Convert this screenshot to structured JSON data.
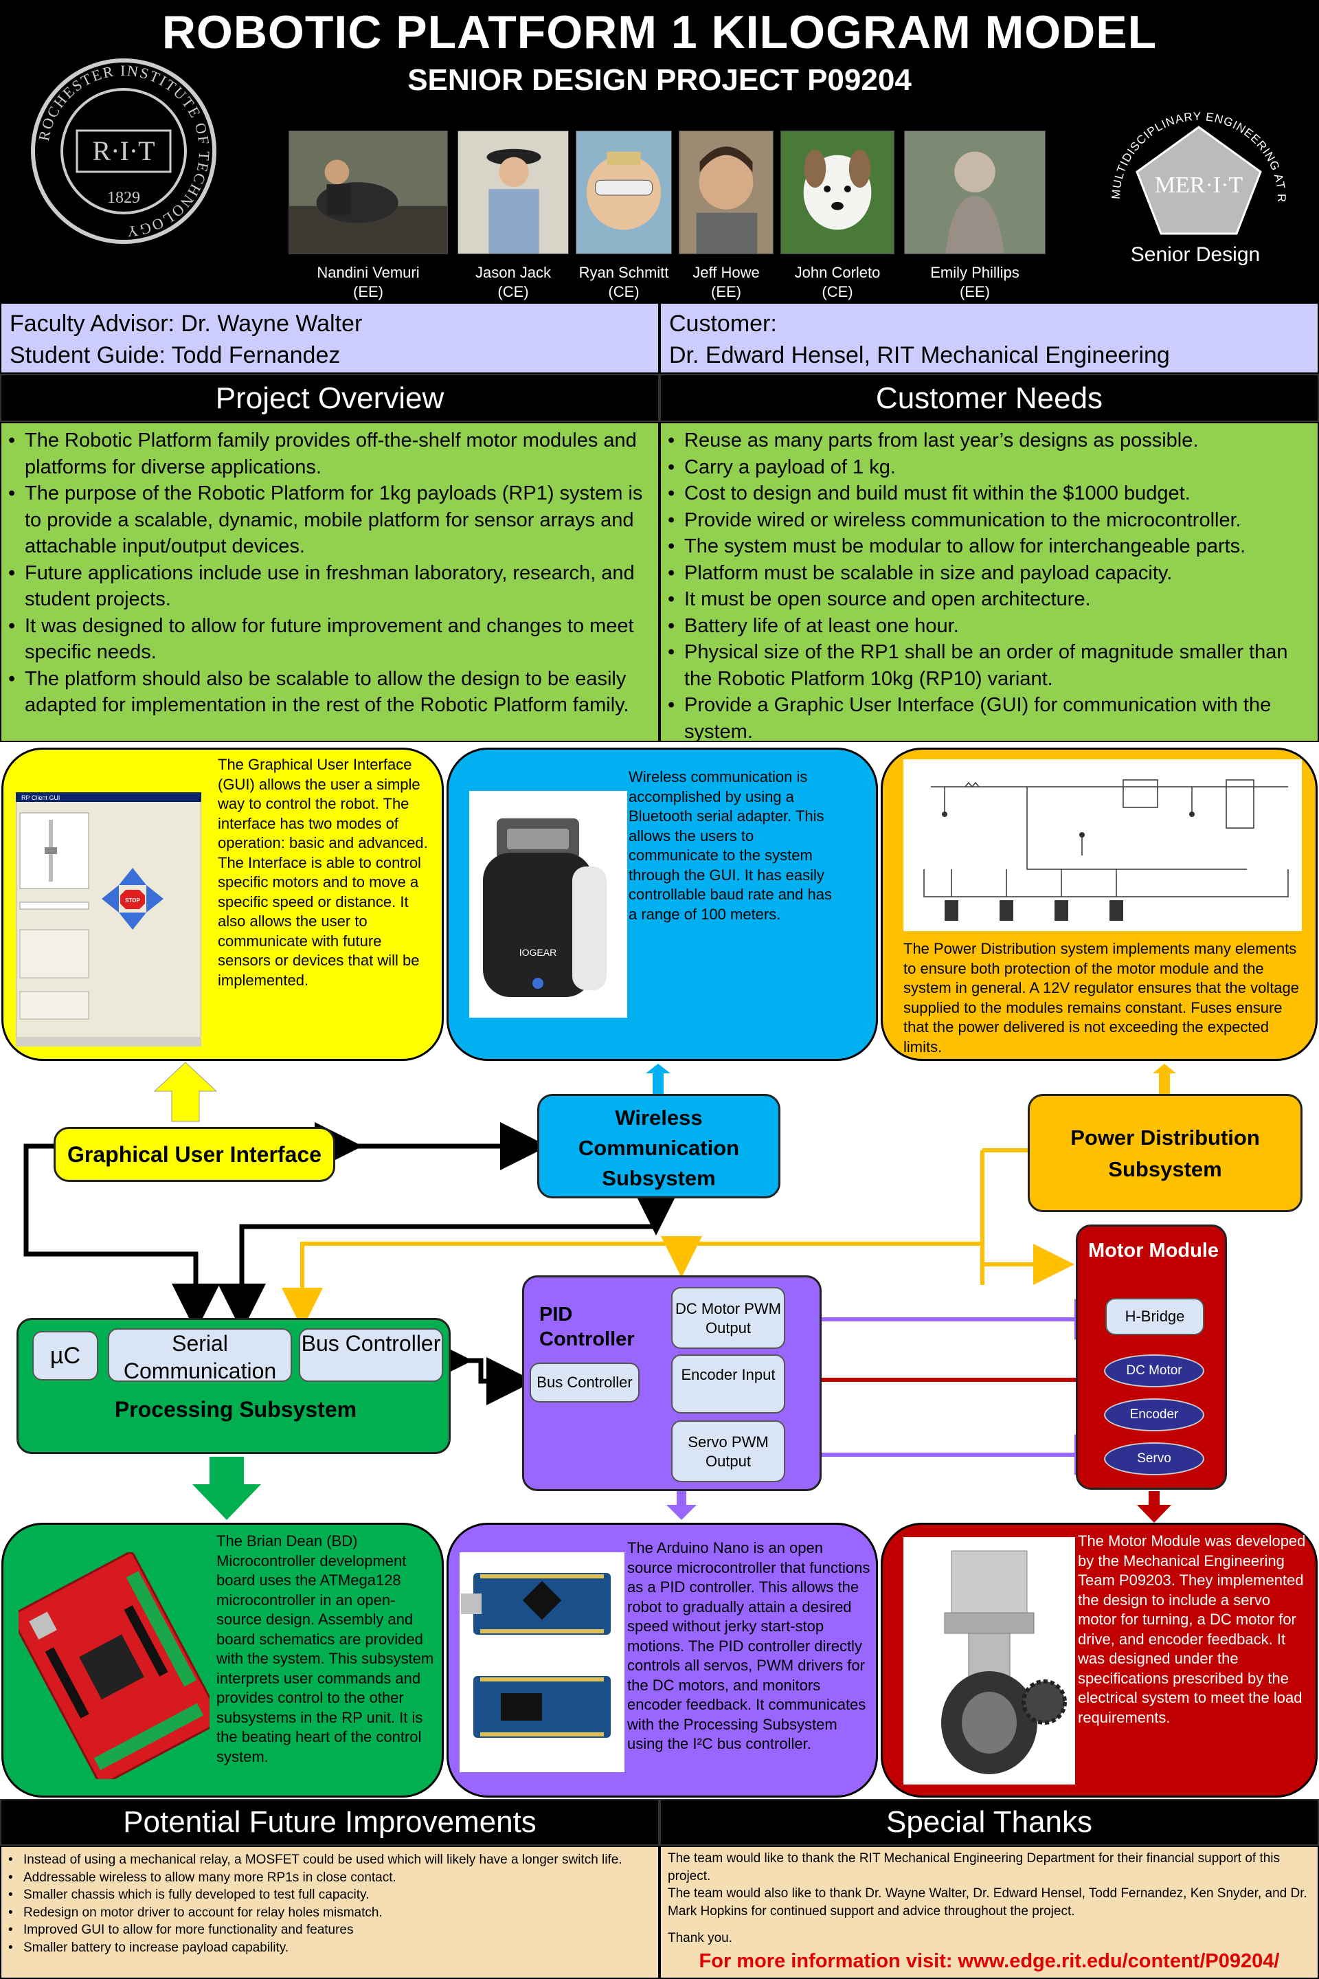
{
  "header": {
    "title": "ROBOTIC PLATFORM 1 KILOGRAM MODEL",
    "subtitle": "SENIOR DESIGN PROJECT P09204",
    "rit_seal_text": "ROCHESTER INSTITUTE OF TECHNOLOGY",
    "rit_seal_letters": "R·I·T",
    "rit_seal_year": "1829",
    "merit_logo": {
      "arc_text": "MULTIDISCIPLINARY ENGINEERING AT RIT",
      "center": "MER·I·T",
      "caption": "Senior Design"
    }
  },
  "team": [
    {
      "name": "Nandini Vemuri",
      "dept": "(EE)"
    },
    {
      "name": "Jason Jack",
      "dept": "(CE)"
    },
    {
      "name": "Ryan Schmitt",
      "dept": "(CE)"
    },
    {
      "name": "Jeff Howe",
      "dept": "(EE)"
    },
    {
      "name": "John Corleto",
      "dept": "(CE)"
    },
    {
      "name": "Emily Phillips",
      "dept": "(EE)"
    }
  ],
  "advisors": {
    "faculty": "Faculty Advisor: Dr. Wayne Walter",
    "guide": "Student Guide: Todd Fernandez",
    "customer_label": "Customer:",
    "customer": "Dr. Edward Hensel, RIT Mechanical Engineering"
  },
  "overview": {
    "heading": "Project Overview",
    "bullets": [
      "The Robotic Platform family provides off-the-shelf motor modules and platforms for diverse applications.",
      "The purpose of the Robotic Platform for 1kg payloads (RP1) system is to provide a scalable, dynamic, mobile platform for sensor arrays and attachable input/output devices.",
      "Future applications include use in freshman laboratory, research, and student projects.",
      "It was designed to allow for future improvement and changes to meet specific needs.",
      "The platform should also be scalable to allow the design to be easily adapted for implementation in the rest of the Robotic Platform family."
    ]
  },
  "needs": {
    "heading": "Customer Needs",
    "bullets": [
      "Reuse as many parts from last year’s designs as possible.",
      "Carry a payload of 1 kg.",
      "Cost to design and build must fit within the $1000 budget.",
      "Provide wired or wireless communication to the microcontroller.",
      "The system must be modular to allow for interchangeable parts.",
      "Platform must be scalable in size and payload capacity.",
      "It must be open source and open architecture.",
      "Battery life of at least one hour.",
      "Physical size of the RP1 shall be an order of magnitude smaller than the Robotic Platform 10kg (RP10) variant.",
      "Provide a Graphic User Interface (GUI) for communication with the system."
    ]
  },
  "panels": {
    "gui_text": "The Graphical User Interface (GUI) allows the user a simple way to control the robot. The interface has two modes of operation: basic and advanced. The Interface is able to control specific motors and to move a specific speed or distance. It also allows the user to communicate with future sensors or devices that will be implemented.",
    "gui_window_title": "RP Client GUI",
    "gui_stop": "STOP",
    "wireless_text": "Wireless communication is accomplished by using a Bluetooth serial adapter. This allows the users to communicate to the system through the GUI. It has easily controllable baud rate and has a range of 100 meters.",
    "adapter_brand": "IOGEAR",
    "power_text": "The Power Distribution system implements many elements to ensure both protection of the motor module and the system in general. A 12V regulator ensures that the voltage supplied to the modules remains constant. Fuses ensure that the power delivered is not exceeding the expected limits.",
    "bd_text": "The Brian Dean (BD) Microcontroller development board uses the ATMega128 microcontroller in an open-source design. Assembly and board schematics are provided with the system. This subsystem interprets user commands and provides control to the other subsystems in the RP unit. It is the beating heart of the control system.",
    "arduino_text": "The Arduino Nano is an open source microcontroller that functions as a PID controller. This allows the robot to gradually attain a desired speed without jerky start-stop motions. The PID controller directly controls all servos, PWM drivers for the DC motors, and monitors encoder feedback. It communicates with the Processing Subsystem using the I²C bus controller.",
    "motor_text": "The Motor Module was developed by the Mechanical Engineering Team P09203. They implemented the design to include a servo motor for turning, a DC motor for drive, and encoder feedback. It was designed under the specifications prescribed by the electrical system to meet the load requirements."
  },
  "diagram": {
    "gui": "Graphical User Interface",
    "wireless": "Wireless Communication Subsystem",
    "power": "Power Distribution Subsystem",
    "mu_c": "µC",
    "serial": "Serial Communication",
    "bus": "Bus Controller",
    "processing": "Processing Subsystem",
    "pid_title": "PID Controller",
    "pid_bus": "Bus Controller",
    "dc_pwm": "DC Motor PWM Output",
    "encoder_input": "Encoder Input",
    "servo_pwm": "Servo PWM Output",
    "motor_title": "Motor Module",
    "hbridge": "H-Bridge",
    "dc_motor": "DC Motor",
    "encoder": "Encoder",
    "servo": "Servo"
  },
  "future": {
    "heading": "Potential Future Improvements",
    "bullets": [
      "Instead of using a mechanical relay, a MOSFET could be used which will likely have a longer switch life.",
      "Addressable wireless to allow many more RP1s in close contact.",
      "Smaller chassis which is fully developed to test full capacity.",
      "Redesign on motor driver to account for relay holes mismatch.",
      "Improved GUI to allow for more functionality and features",
      "Smaller battery to increase payload capability."
    ]
  },
  "thanks": {
    "heading": "Special Thanks",
    "line1": "The team would like to thank the RIT Mechanical Engineering Department for their financial support of this project.",
    "line2": "The team would also like to thank Dr. Wayne Walter, Dr. Edward Hensel, Todd Fernandez, Ken Snyder, and Dr. Mark Hopkins for continued support and advice throughout the project.",
    "line3": "Thank you.",
    "link": "For more information visit: www.edge.rit.edu/content/P09204/"
  },
  "colors": {
    "yellow": "#ffff00",
    "blue": "#00b0f0",
    "orange": "#ffc000",
    "green": "#00b050",
    "purple": "#9966ff",
    "red": "#c00000",
    "lightgreen": "#92d050",
    "lavender": "#ccccff",
    "wheat": "#f5deb3"
  }
}
